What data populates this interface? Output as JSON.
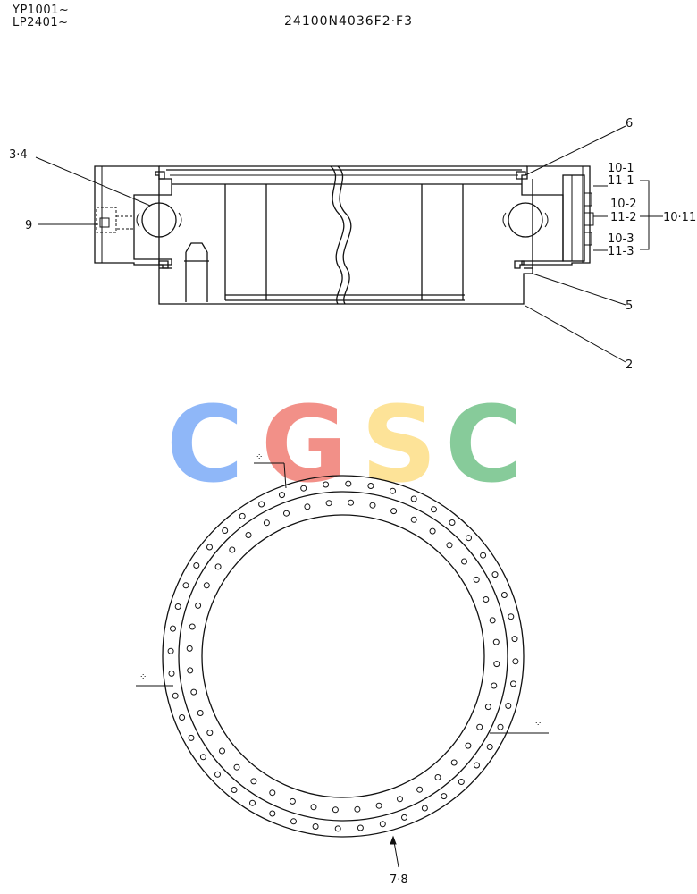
{
  "header": {
    "model_a": "YP1001~",
    "model_b": "LP2401~",
    "part_number": "24100N4036F2·F3"
  },
  "callouts": {
    "c34": "3·4",
    "c9": "9",
    "c6": "6",
    "c5": "5",
    "c2": "2",
    "c10_1": "10-1",
    "c11_1": "11-1",
    "c10_2": "10-2",
    "c11_2": "11-2",
    "c10_3": "10-3",
    "c11_3": "11-3",
    "c10_11": "10·11",
    "c78": "7·8"
  },
  "watermark": {
    "letters": [
      "C",
      "G",
      "S",
      "C"
    ],
    "colors": [
      "#8ab4f8",
      "#f28b82",
      "#fde293",
      "#81c995"
    ]
  },
  "colors": {
    "line": "#111111",
    "background": "#ffffff"
  }
}
